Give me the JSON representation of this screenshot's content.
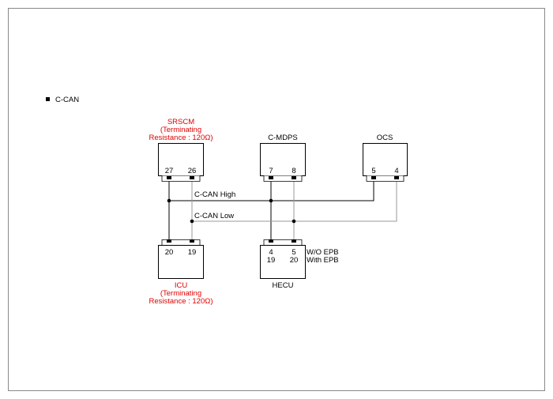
{
  "section": {
    "bullet": "■",
    "title": "C-CAN"
  },
  "colors": {
    "highlight": "#e00000",
    "line_high": "#000000",
    "line_low": "#9a9a9a",
    "frame": "#888888"
  },
  "buses": {
    "high": "C-CAN High",
    "low": "C-CAN Low"
  },
  "modules": {
    "srscm": {
      "name": "SRSCM",
      "note1": "(Terminating",
      "note2": "Resistance : 120Ω)",
      "pins": [
        "27",
        "26"
      ]
    },
    "cmdps": {
      "name": "C-MDPS",
      "pins": [
        "7",
        "8"
      ]
    },
    "ocs": {
      "name": "OCS",
      "pins": [
        "5",
        "4"
      ]
    },
    "icu": {
      "name": "ICU",
      "note1": "(Terminating",
      "note2": "Resistance : 120Ω)",
      "pins": [
        "20",
        "19"
      ]
    },
    "hecu": {
      "name": "HECU",
      "pins_wo": [
        "4",
        "5"
      ],
      "label_wo": "W/O EPB",
      "pins_with": [
        "19",
        "20"
      ],
      "label_with": "With EPB"
    }
  }
}
